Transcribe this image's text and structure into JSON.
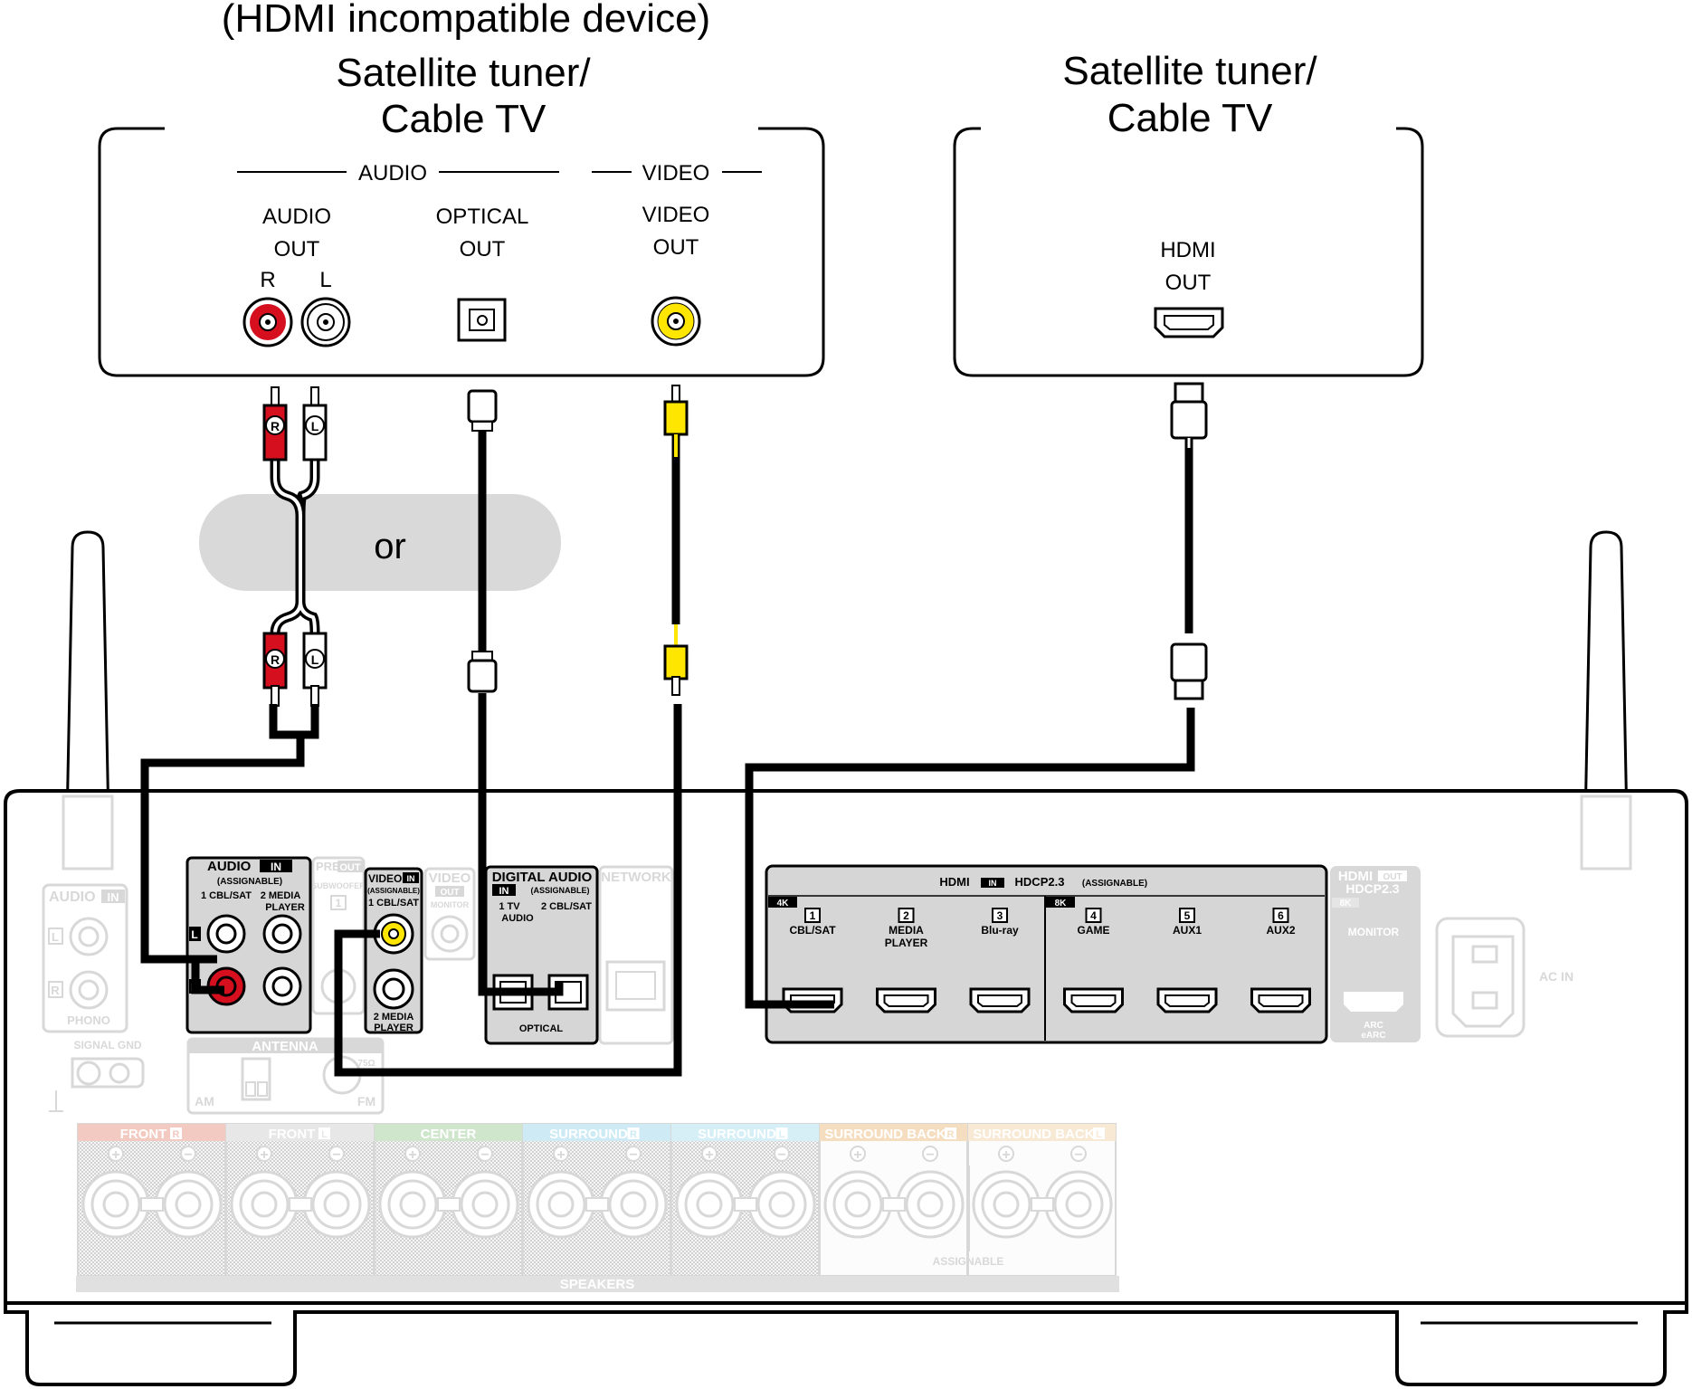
{
  "devices": {
    "left": {
      "note": "(HDMI incompatible device)",
      "title_line1": "Satellite tuner/",
      "title_line2": "Cable TV",
      "group_audio": "AUDIO",
      "group_video": "VIDEO",
      "audio_out": [
        "AUDIO",
        "OUT"
      ],
      "optical_out": [
        "OPTICAL",
        "OUT"
      ],
      "video_out": [
        "VIDEO",
        "OUT"
      ],
      "channel_r": "R",
      "channel_l": "L"
    },
    "right": {
      "title_line1": "Satellite tuner/",
      "title_line2": "Cable TV",
      "hdmi_out": [
        "HDMI",
        "OUT"
      ]
    }
  },
  "or_label": "or",
  "plug_labels": {
    "r": "R",
    "l": "L"
  },
  "receiver": {
    "audio_in": {
      "title": "AUDIO",
      "badge": "IN",
      "sub": "(ASSIGNABLE)",
      "col1": "1 CBL/SAT",
      "col2_line1": "2  MEDIA",
      "col2_line2": "PLAYER",
      "l": "L",
      "r": "R"
    },
    "pre_out": {
      "title_a": "PRE",
      "title_b": "OUT",
      "sub": "SUBWOOFER",
      "num": "1"
    },
    "video_in": {
      "title": "VIDEO",
      "badge": "IN",
      "sub": "(ASSIGNABLE)",
      "input1": "1 CBL/SAT",
      "input2_line1": "2 MEDIA",
      "input2_line2": "PLAYER"
    },
    "video_out": {
      "title": "VIDEO",
      "badge": "OUT",
      "sub": "MONITOR"
    },
    "digital_audio": {
      "title": "DIGITAL AUDIO",
      "badge": "IN",
      "sub": "(ASSIGNABLE)",
      "in1_line1": "1   TV",
      "in1_line2": "AUDIO",
      "in2": "2 CBL/SAT",
      "footer": "OPTICAL"
    },
    "network": "NETWORK",
    "audio_in_phono": {
      "title": "AUDIO",
      "badge": "IN",
      "l": "L",
      "r": "R",
      "footer": "PHONO"
    },
    "signal_gnd": "SIGNAL GND",
    "antenna": {
      "title": "ANTENNA",
      "am": "AM",
      "fm": "FM",
      "ohm": "75Ω"
    },
    "hdmi_in": {
      "title": "HDMI",
      "badge": "IN",
      "hdcp": "HDCP2.3",
      "assignable": "(ASSIGNABLE)",
      "badge_4k": "4K",
      "badge_8k": "8K",
      "ports": [
        {
          "num": "1",
          "line1": "CBL/SAT",
          "line2": ""
        },
        {
          "num": "2",
          "line1": "MEDIA",
          "line2": "PLAYER"
        },
        {
          "num": "3",
          "line1": "Blu-ray",
          "line2": ""
        },
        {
          "num": "4",
          "line1": "GAME",
          "line2": ""
        },
        {
          "num": "5",
          "line1": "AUX1",
          "line2": ""
        },
        {
          "num": "6",
          "line1": "AUX2",
          "line2": ""
        }
      ]
    },
    "hdmi_out": {
      "title": "HDMI",
      "badge": "OUT",
      "hdcp": "HDCP2.3",
      "badge_8k": "8K",
      "monitor": "MONITOR",
      "arc": "ARC",
      "earc": "eARC"
    },
    "ac_in": "AC IN",
    "speakers": {
      "label": "SPEAKERS",
      "assignable": "ASSIGNABLE",
      "plus": "+",
      "minus": "−",
      "groups": [
        {
          "label": "FRONT",
          "side": "R",
          "color": "#e9a08f"
        },
        {
          "label": "FRONT",
          "side": "L",
          "color": "#d4d4d4"
        },
        {
          "label": "CENTER",
          "side": "",
          "color": "#a9d3a6"
        },
        {
          "label": "SURROUND",
          "side": "R",
          "color": "#a7dced"
        },
        {
          "label": "SURROUND",
          "side": "L",
          "color": "#b6e3f1"
        },
        {
          "label": "SURROUND BACK",
          "side": "R",
          "color": "#eec28d"
        },
        {
          "label": "SURROUND BACK",
          "side": "L",
          "color": "#f3d8b3"
        }
      ]
    }
  },
  "colors": {
    "cable": "#000000",
    "rca_red": "#d50f1e",
    "rca_yellow": "#ffe600",
    "or_bubble": "#d9d9d9",
    "faded": "#b9b9b9",
    "panel": "#d6d6d6"
  }
}
